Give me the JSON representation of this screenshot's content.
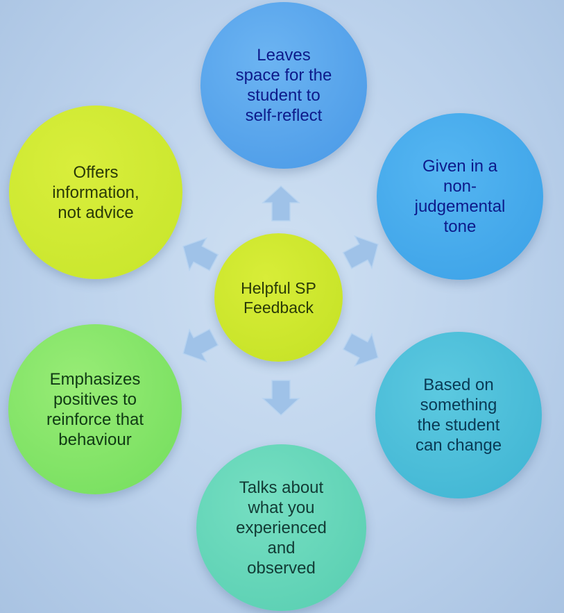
{
  "center": {
    "label": "Helpful SP\nFeedback"
  },
  "nodes": {
    "top": "Leaves\nspace for the\nstudent to\nself-reflect",
    "right_top": "Given in a\nnon-\njudgemental\ntone",
    "right_bottom": "Based on\nsomething\nthe student\ncan change",
    "bottom": "Talks about\nwhat you\nexperienced\nand\nobserved",
    "left_bottom": "Emphasizes\npositives to\nreinforce that\nbehaviour",
    "left_top": "Offers\ninformation,\nnot advice"
  },
  "colors": {
    "center": "#c8e32a",
    "top": "#4f9fe8",
    "right_top": "#3fa6e8",
    "right_bottom": "#45bcd8",
    "bottom": "#5fd3b6",
    "left_bottom": "#7fe263",
    "left_top": "#cbe72e",
    "arrow": "#9ec1e6"
  }
}
